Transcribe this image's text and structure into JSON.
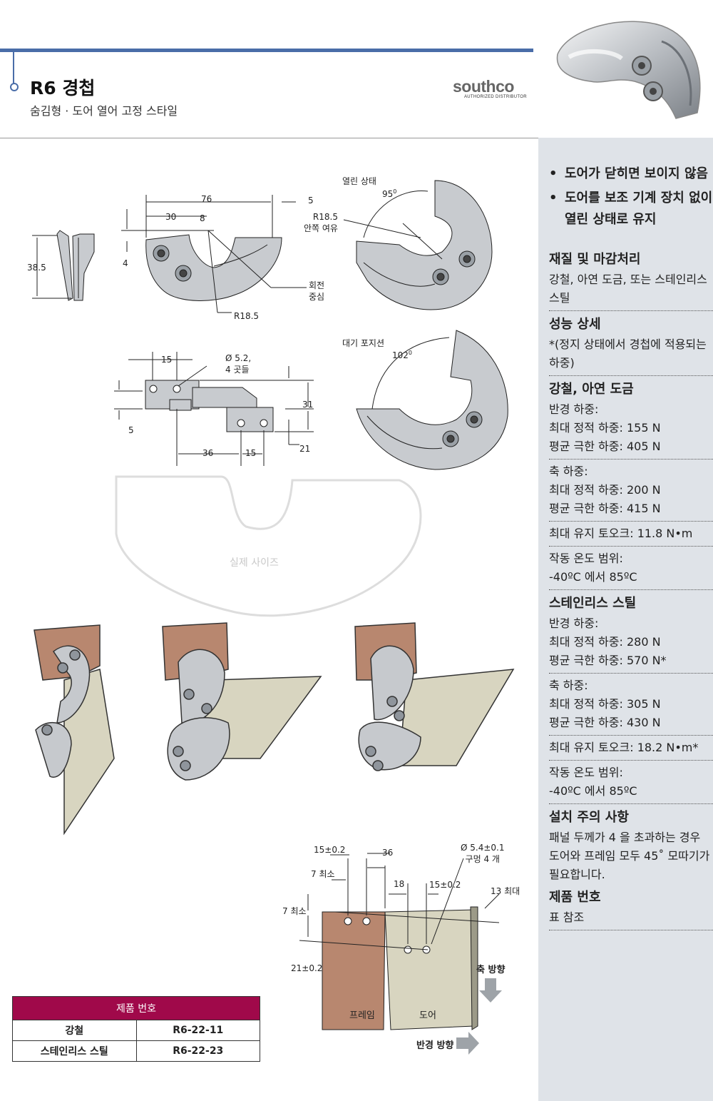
{
  "header": {
    "title": "R6 경첩",
    "subtitle": "숨김형 · 도어 열어 고정 스타일",
    "brand": {
      "name": "southco",
      "tagline": "AUTHORIZED DISTRIBUTOR"
    }
  },
  "drawing": {
    "top_dims": {
      "d76": "76",
      "d5": "5",
      "d30": "30",
      "d8": "8",
      "d38_5": "38.5",
      "d4": "4",
      "r18_5": "R18.5"
    },
    "rotation_center": [
      "회전",
      "중심"
    ],
    "open_state": {
      "label": "열린 상태",
      "angle": "95",
      "clearance": [
        "R18.5",
        "안쪽 여유"
      ]
    },
    "standby": {
      "label": "대기 포지션",
      "angle": "102"
    },
    "bottom_dims": {
      "d15": "15",
      "hole": [
        "Ø 5.2,",
        "4 곳들"
      ],
      "d5": "5",
      "d31": "31",
      "d36": "36",
      "d15b": "15",
      "d21": "21"
    },
    "actual_size": "실제 사이즈"
  },
  "mount": {
    "d15": "15±0.2",
    "d36": "36",
    "hole": [
      "Ø 5.4±0.1",
      "구멍 4 개"
    ],
    "min7a": "7 최소",
    "d18": "18",
    "d15b": "15±0.2",
    "max13": "13 최대",
    "min7b": "7 최소",
    "d21": "21±0.2",
    "axial": "축 방향",
    "radial": "반경 방향",
    "frame": "프레임",
    "door": "도어"
  },
  "parts_table": {
    "header": "제품 번호",
    "rows": [
      {
        "material": "강철",
        "part": "R6-22-11"
      },
      {
        "material": "스테인리스 스틸",
        "part": "R6-22-23"
      }
    ]
  },
  "sidebar": {
    "bullets": [
      "도어가 닫히면 보이지 않음",
      "도어를 보조 기계 장치 없이 열린 상태로 유지"
    ],
    "material_h": "재질 및 마감처리",
    "material": "강철, 아연 도금, 또는 스테인리스 스틸",
    "perf_h": "성능 상세",
    "perf_note": "*(정지 상태에서 경첩에 적용되는 하중)",
    "steel_h": "강철, 아연 도금",
    "steel": {
      "radial": "반경 하중:",
      "radial_static": "최대 정적 하중: 155 N",
      "radial_ult": "평균 극한 하중: 405 N",
      "axial": "축 하중:",
      "axial_static": "최대 정적 하중: 200 N",
      "axial_ult": "평균 극한 하중: 415 N",
      "torque": "최대 유지 토오크: 11.8 N•m",
      "temp": "작동 온도 범위:",
      "temp_range": "-40ºC 에서 85ºC"
    },
    "ss_h": "스테인리스 스틸",
    "ss": {
      "radial": "반경 하중:",
      "radial_static": "최대 정적 하중: 280 N",
      "radial_ult": "평균 극한 하중: 570 N*",
      "axial": "축 하중:",
      "axial_static": "최대 정적 하중: 305 N",
      "axial_ult": "평균 극한 하중: 430 N",
      "torque": "최대 유지 토오크: 18.2 N•m*",
      "temp": "작동 온도 범위:",
      "temp_range": "-40ºC 에서 85ºC"
    },
    "install_h": "설치 주의 사항",
    "install": "패널 두께가 4 을 초과하는 경우 도어와 프레임 모두 45˚ 모따기가 필요합니다.",
    "partno_h": "제품 번호",
    "partno": "표 참조"
  }
}
